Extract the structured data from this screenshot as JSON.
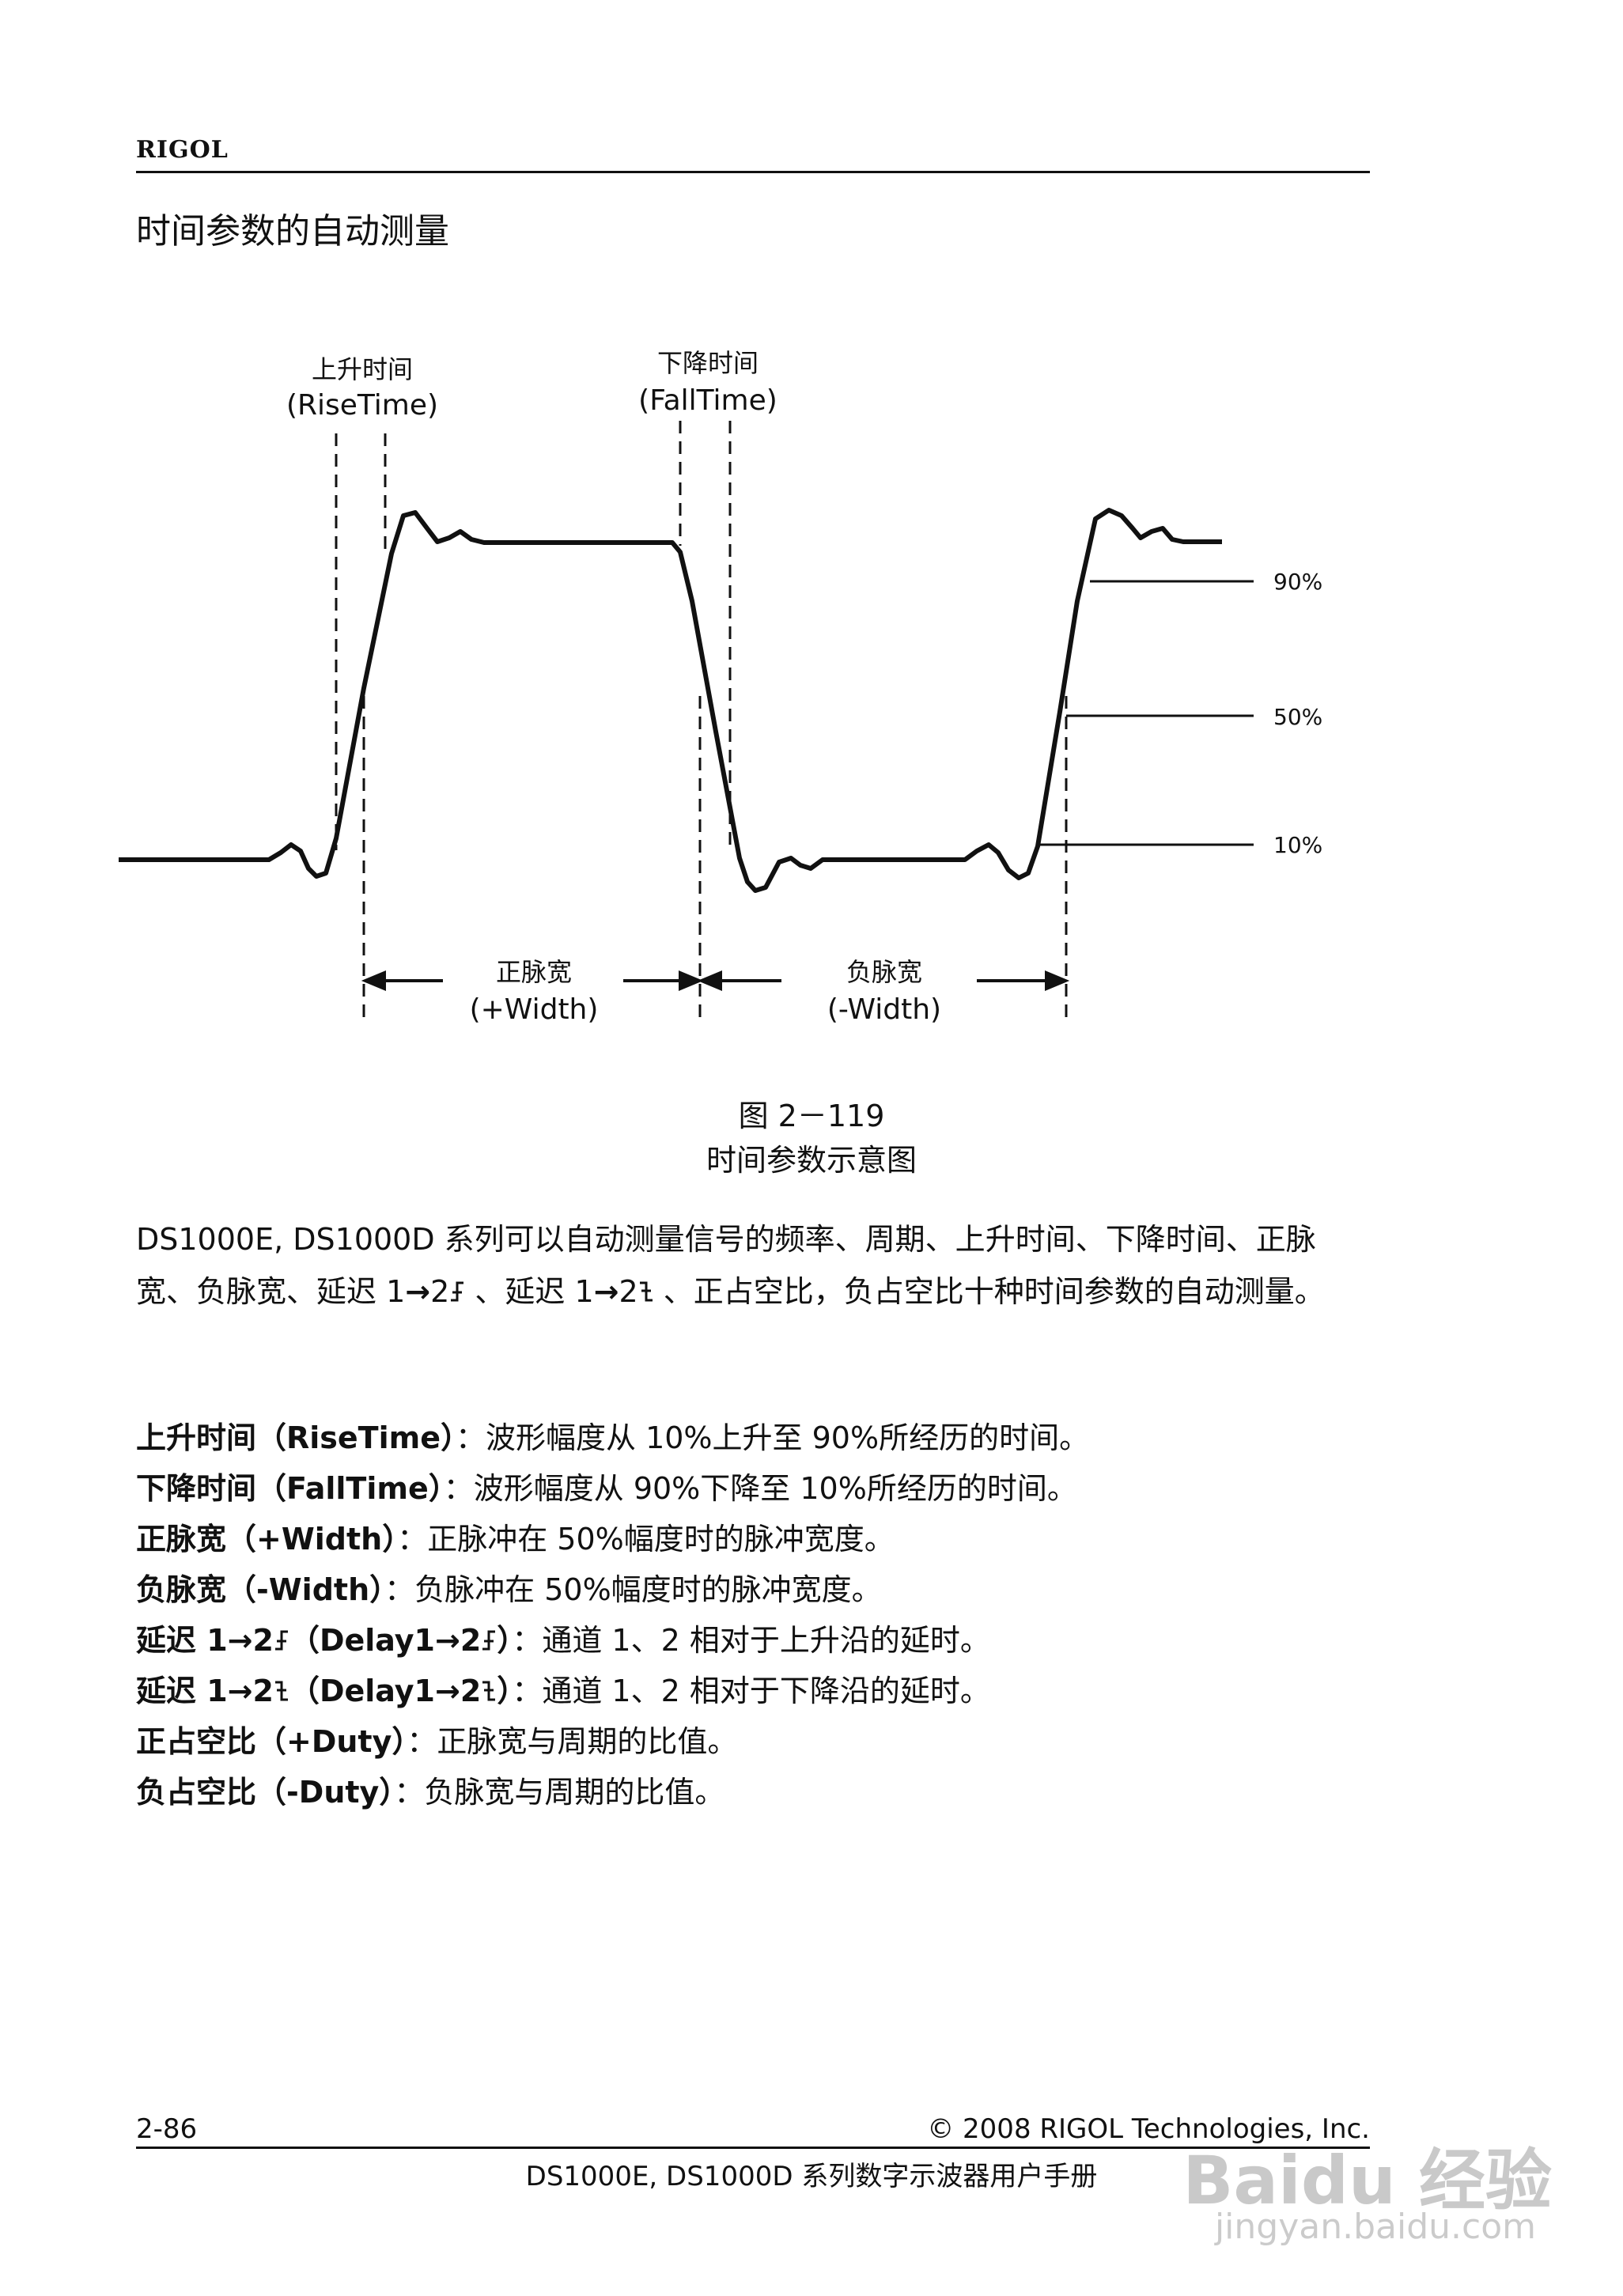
{
  "header": {
    "brand": "RIGOL"
  },
  "section_title": "时间参数的自动测量",
  "diagram": {
    "rise_label": "上升时间",
    "rise_label_en": "(RiseTime)",
    "fall_label": "下降时间",
    "fall_label_en": "(FallTime)",
    "level_90": "90%",
    "level_50": "50%",
    "level_10": "10%",
    "pos_width_label": "正脉宽",
    "pos_width_label_en": "(+Width)",
    "neg_width_label": "负脉宽",
    "neg_width_label_en": "(-Width)"
  },
  "figure": {
    "number": "图 2－119",
    "caption": "时间参数示意图"
  },
  "intro": {
    "part1": "DS1000E, DS1000D 系列可以自动测量信号的频率、周期、上升时间、下降时间、正脉宽、负脉宽、延迟 1",
    "arrow1": "→",
    "num1": "2",
    "part2": " 、延迟 1",
    "arrow2": "→",
    "num2": "2",
    "part3": " 、正占空比，负占空比十种时间参数的自动测量。"
  },
  "definitions": [
    {
      "term": "上升时间（RiseTime）",
      "desc": "：波形幅度从 10%上升至 90%所经历的时间。"
    },
    {
      "term": "下降时间（FallTime）",
      "desc": "：波形幅度从 90%下降至 10%所经历的时间。"
    },
    {
      "term": "正脉宽（+Width）",
      "desc": "：正脉冲在 50%幅度时的脉冲宽度。"
    },
    {
      "term": "负脉宽（-Width）",
      "desc": "：负脉冲在 50%幅度时的脉冲宽度。"
    }
  ],
  "delay_rise": {
    "term_a": "延迟 1",
    "arrow": "→",
    "num": "2",
    "term_b": "（Delay1",
    "arrow2": "→",
    "num2": "2",
    "term_c": "）",
    "desc": "：通道 1、2 相对于上升沿的延时。"
  },
  "delay_fall": {
    "term_a": "延迟 1",
    "arrow": "→",
    "num": "2",
    "term_b": "（Delay1",
    "arrow2": "→",
    "num2": "2",
    "term_c": "）",
    "desc": "：通道 1、2 相对于下降沿的延时。"
  },
  "definitions2": [
    {
      "term": "正占空比（+Duty）",
      "desc": "：正脉宽与周期的比值。"
    },
    {
      "term": "负占空比（-Duty）",
      "desc": "：负脉宽与周期的比值。"
    }
  ],
  "footer": {
    "page_number": "2-86",
    "copyright": "© 2008 RIGOL Technologies, Inc.",
    "manual_title": "DS1000E, DS1000D 系列数字示波器用户手册"
  },
  "watermark": {
    "line1": "Baidu 经验",
    "line2": "jingyan.baidu.com"
  }
}
